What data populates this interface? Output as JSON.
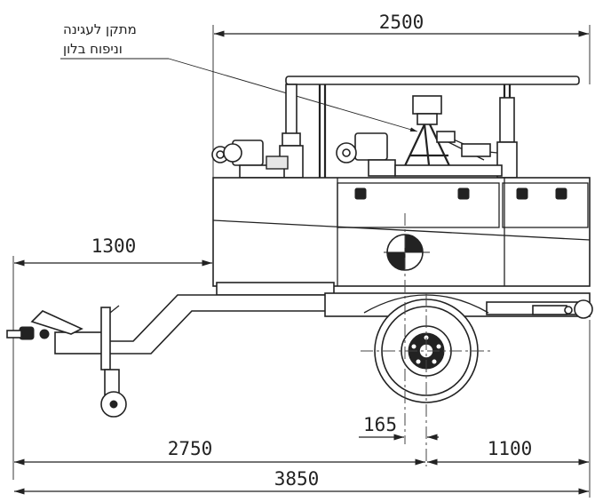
{
  "callout": {
    "line1": "מתקן לעגינה",
    "line2": "וניפוח בלון"
  },
  "dimensions": {
    "overall_top": "2500",
    "front_overhang": "1300",
    "axle_offset": "165",
    "to_axle": "2750",
    "rear_overhang": "1100",
    "overall_length": "3850"
  }
}
